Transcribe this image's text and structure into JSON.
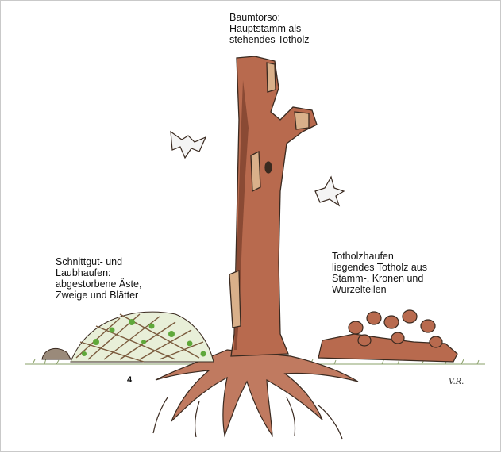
{
  "labels": {
    "trunk": "Baumtorso:\nHauptstamm als\nstehendes Totholz",
    "brush_pile": "Schnittgut- und\nLaubhaufen:\nabgestorbene Äste,\nZweige und Blätter",
    "deadwood_pile": "Totholzhaufen\nliegendes Totholz aus\nStamm-, Kronen und\nWurzelteilen"
  },
  "figure_number": "4",
  "signature": "V.R.",
  "colors": {
    "trunk_fill": "#b86a4e",
    "trunk_shade": "#8a4a34",
    "root_fill": "#c07a60",
    "brush_green": "#5fa83a",
    "brush_brown": "#7a5a3c",
    "grass": "#8aa06a",
    "outline": "#3a2a20"
  }
}
